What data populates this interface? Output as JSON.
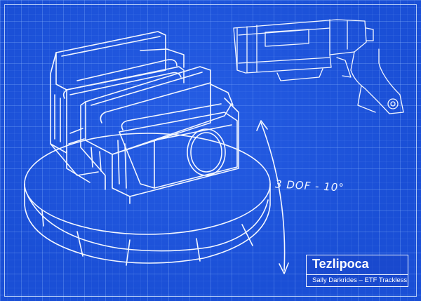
{
  "annotation": {
    "text": "3 DOF - 10°"
  },
  "title_block": {
    "title": "Tezlipoca",
    "subtitle": "Sally Darkrides – ETF Trackless"
  },
  "colors": {
    "background": "#1a4fd6",
    "line": "#f3f7ff",
    "grid": "#96beff"
  }
}
